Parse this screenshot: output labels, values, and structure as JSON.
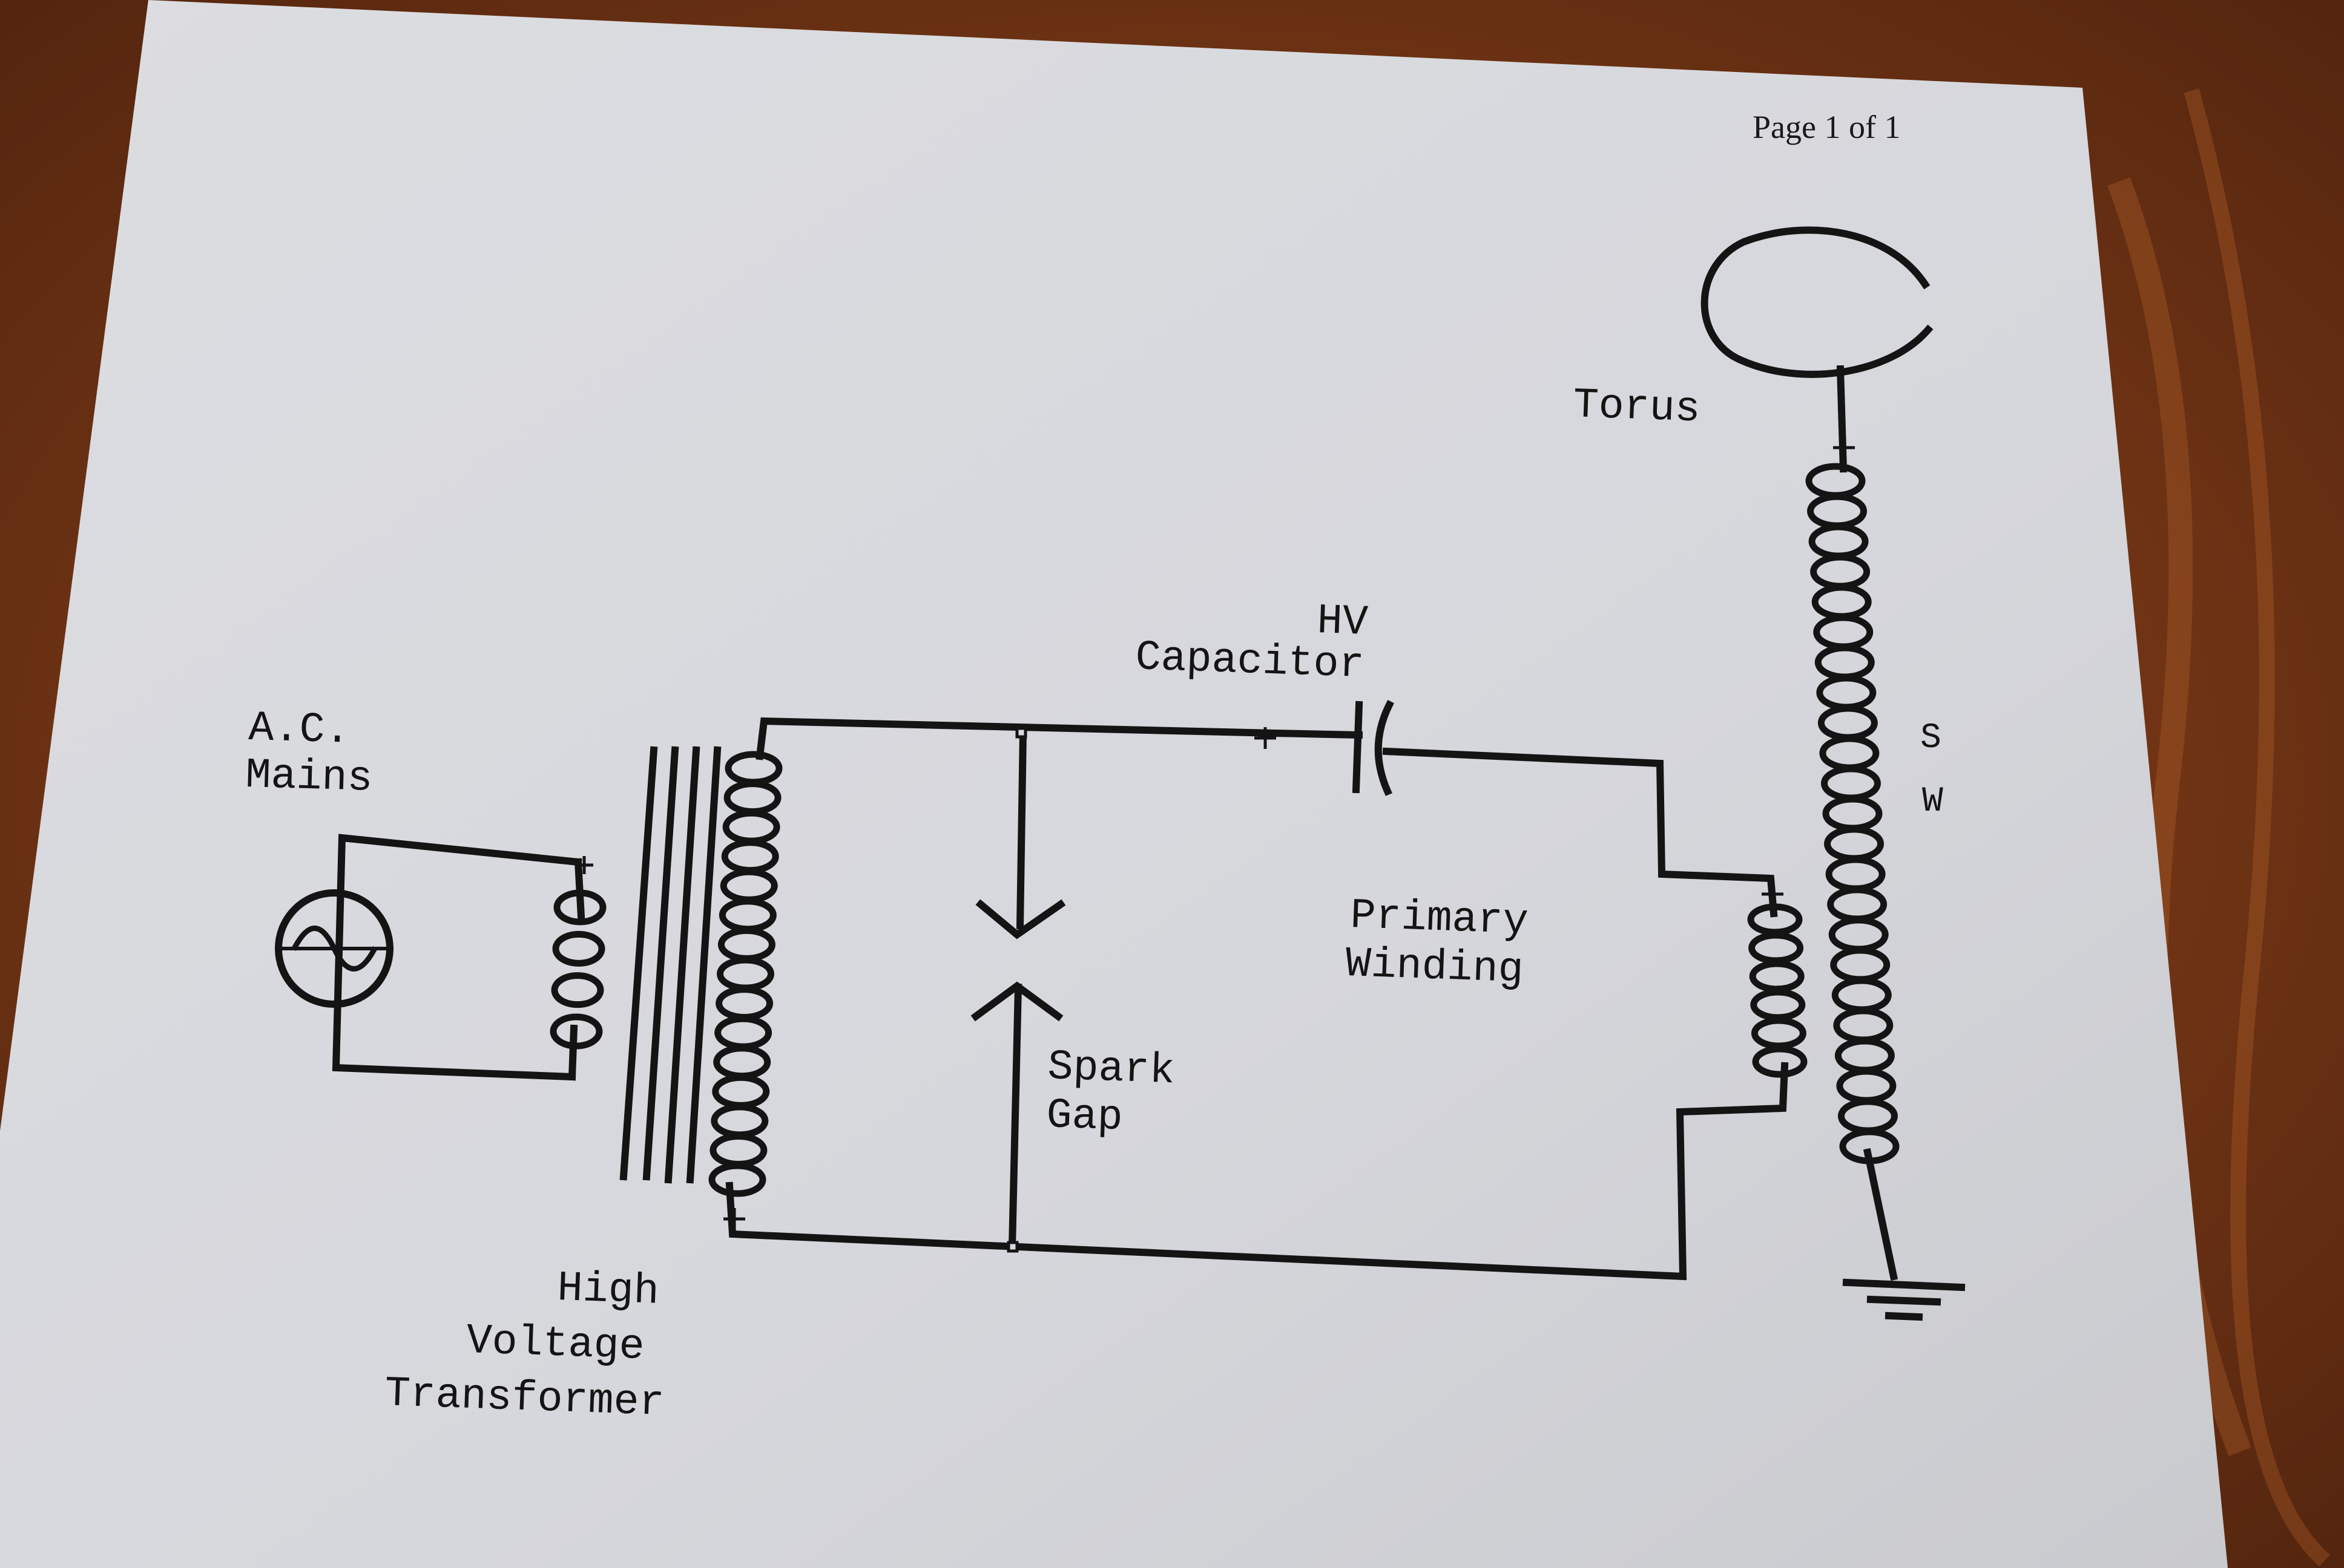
{
  "page": {
    "header": "Page 1 of 1"
  },
  "labels": {
    "ac_mains_line1": "A.C.",
    "ac_mains_line2": "Mains",
    "hv_transformer_line1": "High",
    "hv_transformer_line2": "Voltage",
    "hv_transformer_line3": "Transformer",
    "spark_gap_line1": "Spark",
    "spark_gap_line2": "Gap",
    "hv_capacitor_line1": "HV",
    "hv_capacitor_line2": "Capacitor",
    "primary_winding_line1": "Primary",
    "primary_winding_line2": "Winding",
    "torus": "Torus",
    "secondary_line1": "S",
    "secondary_line2": "W"
  },
  "colors": {
    "table": "#6b3116",
    "paper": "#d9dade",
    "ink": "#141414"
  }
}
